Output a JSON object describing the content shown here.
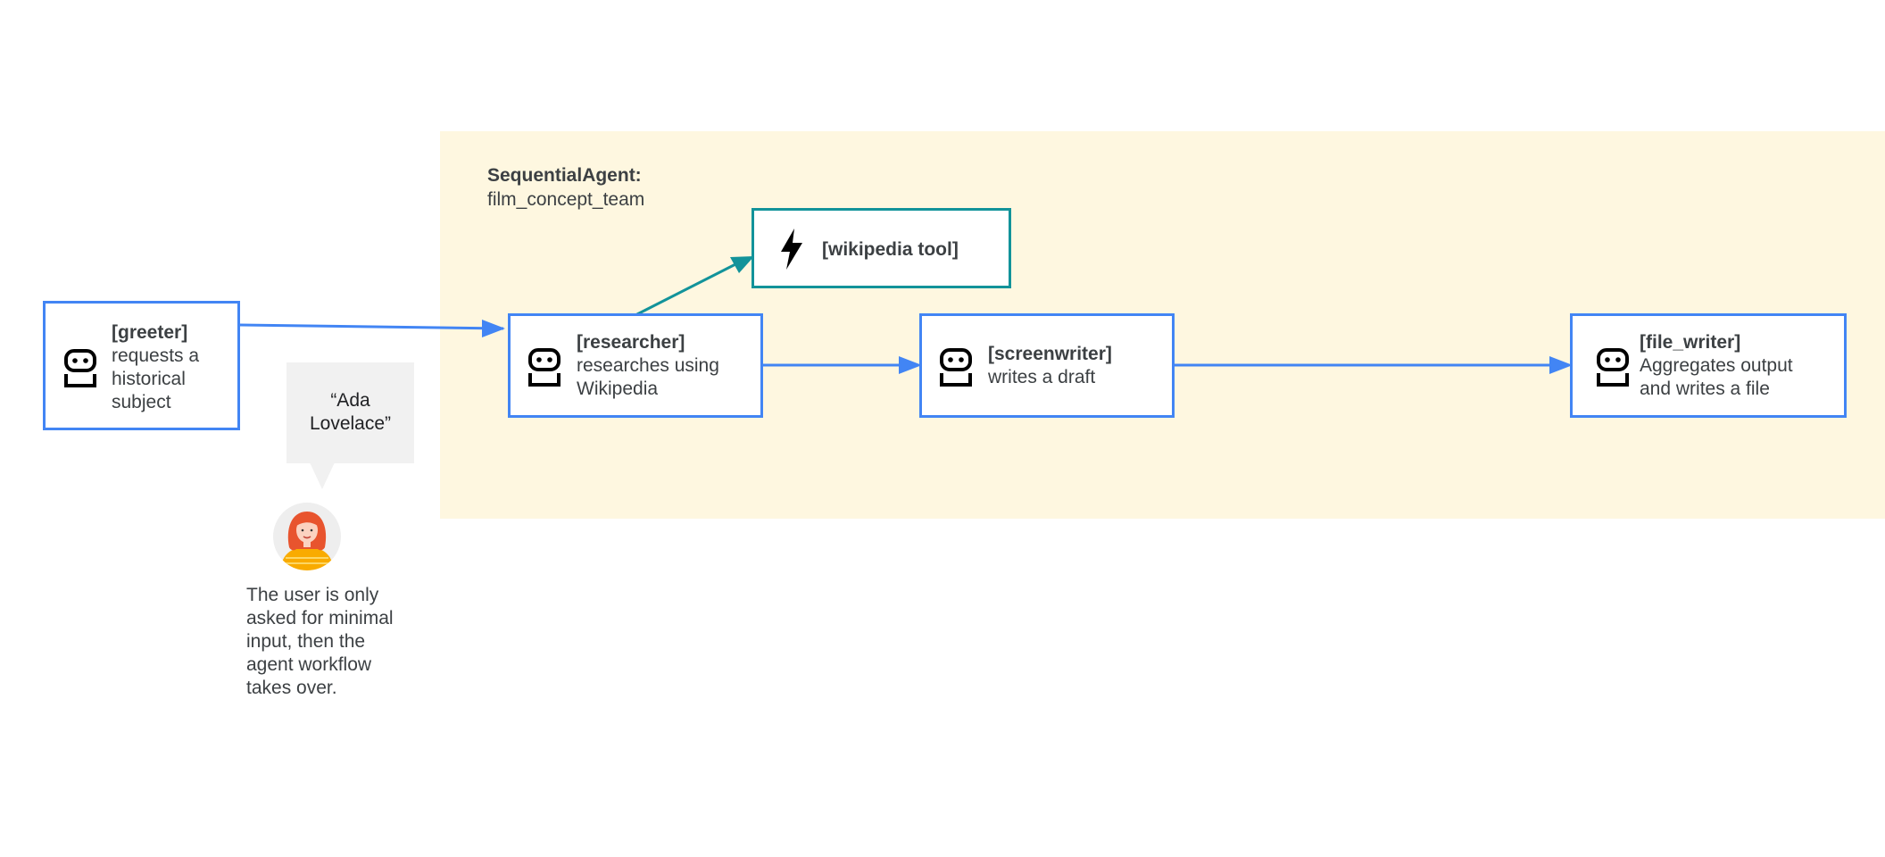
{
  "sequential_agent": {
    "title": "SequentialAgent:",
    "name": "film_concept_team"
  },
  "nodes": {
    "greeter": {
      "name": "[greeter]",
      "lines": [
        "requests a",
        "historical",
        "subject"
      ],
      "icon": "robot-icon"
    },
    "researcher": {
      "name": "[researcher]",
      "lines": [
        "researches using",
        "Wikipedia"
      ],
      "icon": "robot-icon"
    },
    "screenwriter": {
      "name": "[screenwriter]",
      "lines": [
        "writes a draft"
      ],
      "icon": "robot-icon"
    },
    "file_writer": {
      "name": "[file_writer]",
      "lines": [
        "Aggregates output",
        "and writes a file"
      ],
      "icon": "robot-icon"
    },
    "wikipedia_tool": {
      "name": "[wikipedia tool]",
      "icon": "lightning-bolt-icon"
    }
  },
  "user": {
    "quote_line1": "“Ada",
    "quote_line2": "Lovelace”",
    "note_lines": [
      "The user is only",
      "asked for minimal",
      "input, then the",
      "agent workflow",
      "takes over."
    ]
  },
  "edges": [
    {
      "from": "greeter",
      "to": "researcher"
    },
    {
      "from": "researcher",
      "to": "wikipedia_tool"
    },
    {
      "from": "researcher",
      "to": "screenwriter"
    },
    {
      "from": "screenwriter",
      "to": "file_writer"
    }
  ],
  "colors": {
    "agent_border": "#4285f4",
    "tool_border": "#12939a",
    "region_fill": "#fef7e0",
    "text": "#3c4043"
  }
}
